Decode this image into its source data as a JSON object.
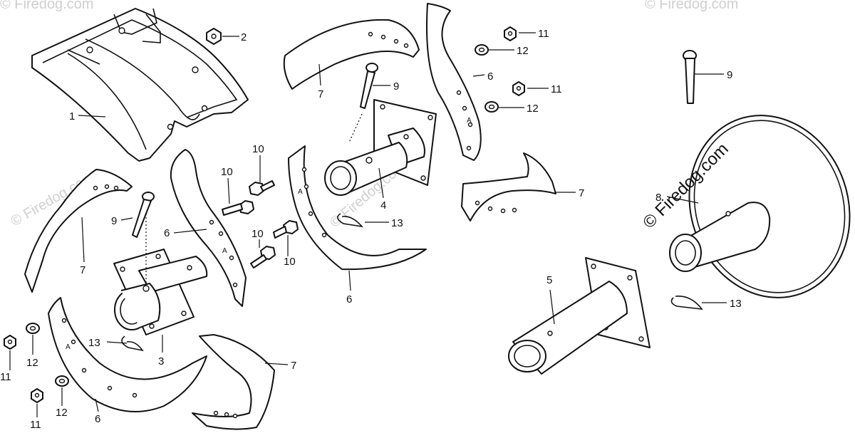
{
  "callouts": {
    "c1": "1",
    "c2": "2",
    "c3": "3",
    "c4": "4",
    "c5": "5",
    "c6a": "6",
    "c6b": "6",
    "c6c": "6",
    "c6d": "6",
    "c7a": "7",
    "c7b": "7",
    "c7c": "7",
    "c7d": "7",
    "c8": "8",
    "c9a": "9",
    "c9b": "9",
    "c9c": "9",
    "c10a": "10",
    "c10b": "10",
    "c10c": "10",
    "c10d": "10",
    "c11a": "11",
    "c11b": "11",
    "c11c": "11",
    "c11d": "11",
    "c12a": "12",
    "c12b": "12",
    "c12c": "12",
    "c12d": "12",
    "c13a": "13",
    "c13b": "13",
    "c13c": "13"
  },
  "watermark": {
    "main": "© Firedog.com",
    "faint": "© Firedog.com"
  },
  "tine_stamp": "A"
}
